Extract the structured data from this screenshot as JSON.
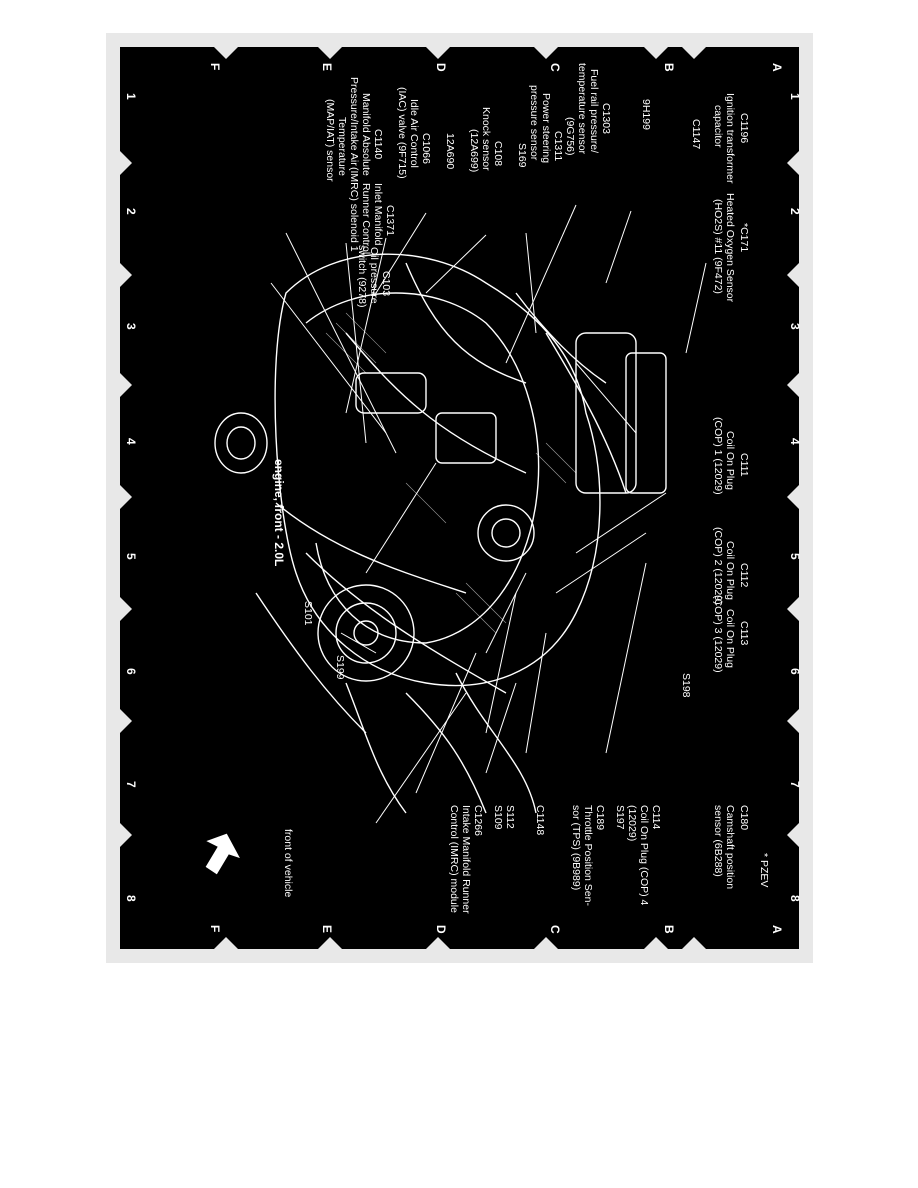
{
  "diagram": {
    "title": "engine, front - 2.0L",
    "grid_numbers": [
      "1",
      "2",
      "3",
      "4",
      "5",
      "6",
      "7",
      "8"
    ],
    "grid_letters": [
      "A",
      "B",
      "C",
      "D",
      "E",
      "F"
    ],
    "front_of_vehicle": "front of vehicle",
    "pzev_note": "* PZEV",
    "labels": {
      "c1196": "C1196",
      "c1196_desc1": "Ignition transformer",
      "c1196_desc2": "capacitor",
      "c171": "*C171",
      "c171_desc1": "Heated Oxygen Sensor",
      "c171_desc2": "(HO2S) #11 (9F472)",
      "c1147": "C1147",
      "s199b": "9H199",
      "c1303": "C1303",
      "c1303_desc1": "Fuel rail pressure/",
      "c1303_desc2": "temperature sensor",
      "c1303_desc3": "(9G756)",
      "c1311": "C1311",
      "c1311_desc1": "Power steering",
      "c1311_desc2": "pressure sensor",
      "s169": "S169",
      "c108": "C108",
      "c108_desc1": "Knock sensor",
      "c108_desc2": "(12A699)",
      "c12a690": "12A690",
      "c1066": "C1066",
      "c1066_desc1": "Idle Air Control",
      "c1066_desc2": "(IAC) valve (9F715)",
      "c1140": "C1140",
      "c1140_desc1": "Manifold Absolute",
      "c1140_desc2": "Pressure/Intake Air",
      "c1140_desc3": "Temperature",
      "c1140_desc4": "(MAP/IAT) sensor",
      "c1371": "C1371",
      "c1371_desc1": "Inlet Manifold",
      "c1371_desc2": "Runner Control",
      "c1371_desc3": "(IMRC) solenoid 1",
      "c103": "C103",
      "c103_desc1": "Oil pressure",
      "c103_desc2": "switch (9278)",
      "c111": "C111",
      "c111_desc1": "Coil On Plug",
      "c111_desc2": "(COP) 1 (12029)",
      "c112": "C112",
      "c112_desc1": "Coil On Plug",
      "c112_desc2": "(COP) 2 (12029)",
      "c113": "C113",
      "c113_desc1": "Coil On Plug",
      "c113_desc2": "(COP) 3 (12029)",
      "s198": "S198",
      "s101": "S101",
      "s199": "S199",
      "c180": "C180",
      "c180_desc1": "Camshaft position",
      "c180_desc2": "sensor (6B288)",
      "c114": "C114",
      "c114_desc1": "Coil On Plug (COP) 4",
      "c114_desc2": "(12029)",
      "s197": "S197",
      "c189": "C189",
      "c189_desc1": "Throttle Position Sen-",
      "c189_desc2": "sor (TPS) (9B989)",
      "c1148": "C1148",
      "s112": "S112",
      "s109": "S109",
      "c1266": "C1266",
      "c1266_desc1": "Intake Manifold Runner",
      "c1266_desc2": "Control (IMRC) module"
    }
  }
}
